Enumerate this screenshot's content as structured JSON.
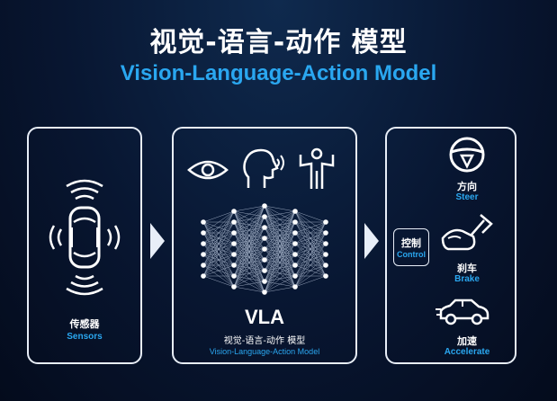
{
  "header": {
    "title_cn": "视觉-语言-动作 模型",
    "title_en": "Vision-Language-Action Model"
  },
  "sensors": {
    "label_cn": "传感器",
    "label_en": "Sensors"
  },
  "model": {
    "name": "VLA",
    "label_cn": "视觉-语言-动作 模型",
    "label_en": "Vision-Language-Action Model"
  },
  "actions": {
    "steer": {
      "label_cn": "方向",
      "label_en": "Steer"
    },
    "control": {
      "label_cn": "控制",
      "label_en": "Control"
    },
    "brake": {
      "label_cn": "刹车",
      "label_en": "Brake"
    },
    "accelerate": {
      "label_cn": "加速",
      "label_en": "Accelerate"
    }
  },
  "colors": {
    "accent": "#2aa7f0",
    "background": "#081631",
    "line": "#e8eef8"
  }
}
